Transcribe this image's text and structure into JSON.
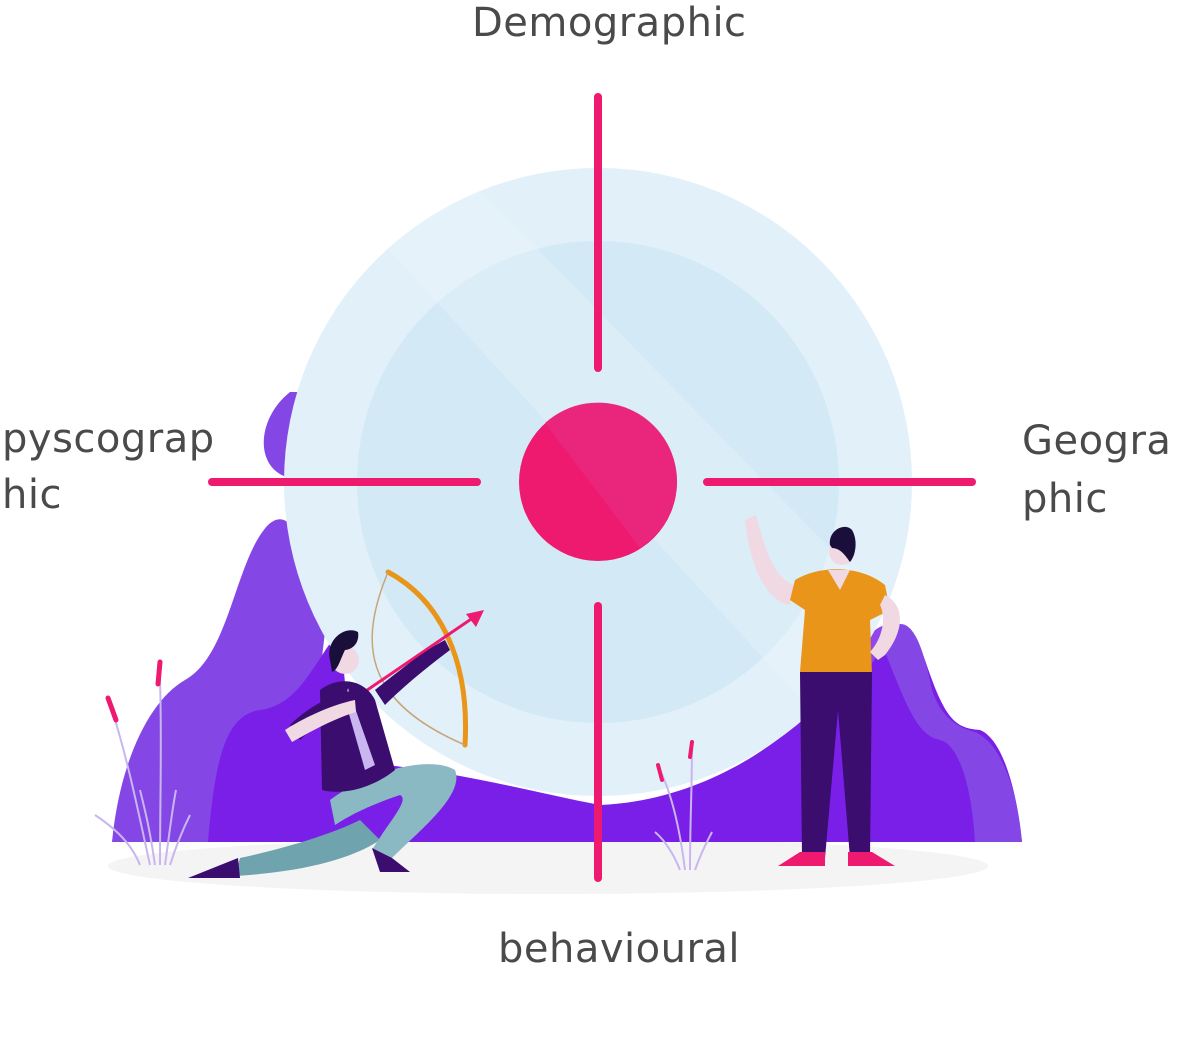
{
  "labels": {
    "top": "Demographic",
    "left_line1": "pyscograp",
    "left_line2": "hic",
    "right_line1": "Geogra",
    "right_line2": "phic",
    "bottom": "behavioural"
  },
  "colors": {
    "crosshair": "#ee1a6f",
    "bullseye": "#ee1a6f",
    "outer_ring": "#e1f0f9",
    "inner_ring": "#d3eaf6",
    "hills_light": "#8447e6",
    "hills_dark": "#7a1fe8",
    "label_text": "#4a4a4a",
    "ground": "#f4f4f4"
  },
  "illustration": {
    "figures": [
      "archer",
      "pointing-person"
    ],
    "plants": [
      "cattail",
      "grass"
    ]
  }
}
